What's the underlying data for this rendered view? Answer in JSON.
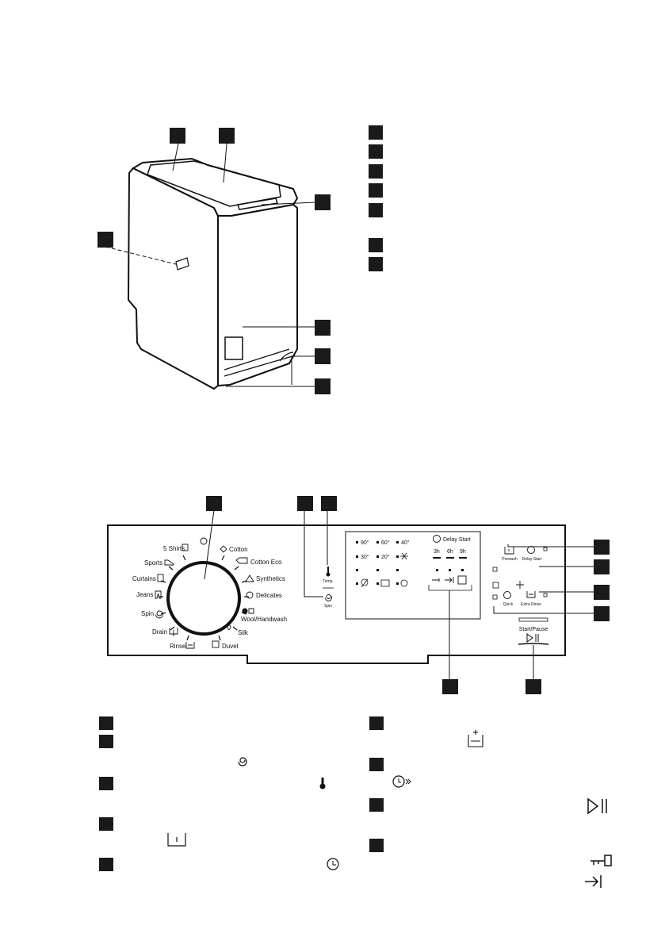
{
  "markers": {
    "fill": "#1a1a1a"
  },
  "dial": {
    "programmes_left": [
      "5 Shirts",
      "Sports",
      "Curtains",
      "Jeans",
      "Spin",
      "Drain",
      "Rinse"
    ],
    "programmes_right": [
      "Cotton",
      "Cotton  Eco",
      "Synthetics",
      "Delicates",
      "Wool/Handwash",
      "Silk",
      "Duvet"
    ]
  },
  "panel": {
    "temp_label": "Temp.",
    "spin_label": "Spin",
    "temps": [
      "90°",
      "60°",
      "40°",
      "30°",
      "20°"
    ],
    "delay_start": "Delay Start",
    "delay_hours": [
      "3h",
      "6h",
      "9h"
    ],
    "prewash": "Prewash",
    "delay_start_small": "Delay Start",
    "quick": "Quick",
    "extra_rinse": "Extra Rinse",
    "start_pause": "Start/Pause"
  }
}
